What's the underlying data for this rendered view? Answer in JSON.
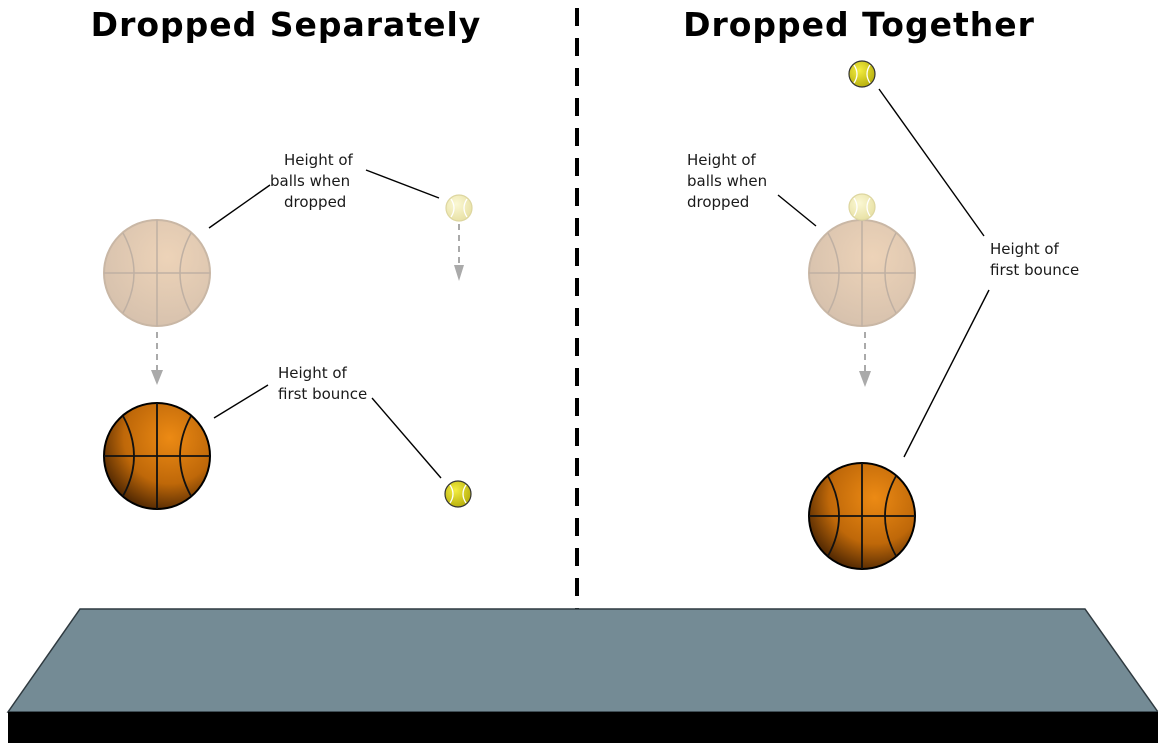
{
  "panels": {
    "left": {
      "title": "Dropped Separately",
      "drop_label": [
        "Height of",
        "balls when",
        "dropped"
      ],
      "bounce_label": [
        "Height of",
        "first bounce"
      ]
    },
    "right": {
      "title": "Dropped Together",
      "drop_label": [
        "Height of",
        "balls when",
        "dropped"
      ],
      "bounce_label": [
        "Height of",
        "first bounce"
      ]
    }
  },
  "colors": {
    "floor_top": "#748b95",
    "floor_edge": "#000000",
    "basketball": "#c8700c",
    "tennis_ball": "#e3dc1e",
    "divider": "#000000",
    "arrow": "#aaaaaa"
  },
  "icons": {
    "basketball": "basketball-icon",
    "tennis_ball": "tennis-ball-icon",
    "arrow": "arrow-down-icon"
  }
}
